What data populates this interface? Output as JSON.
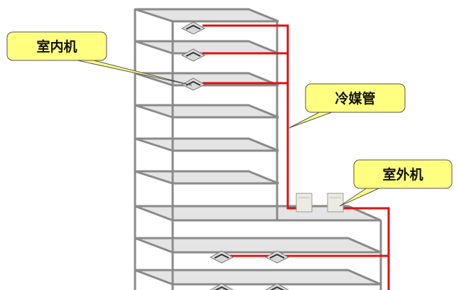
{
  "callouts": {
    "indoor_unit": "室内机",
    "refrigerant_pipe": "冷媒管",
    "outdoor_unit": "室外机"
  },
  "colors": {
    "pipe": "#e01010",
    "callout_fill": "#ffff80",
    "frame": "#8a8a8a",
    "floor": "#e4e4e4"
  }
}
